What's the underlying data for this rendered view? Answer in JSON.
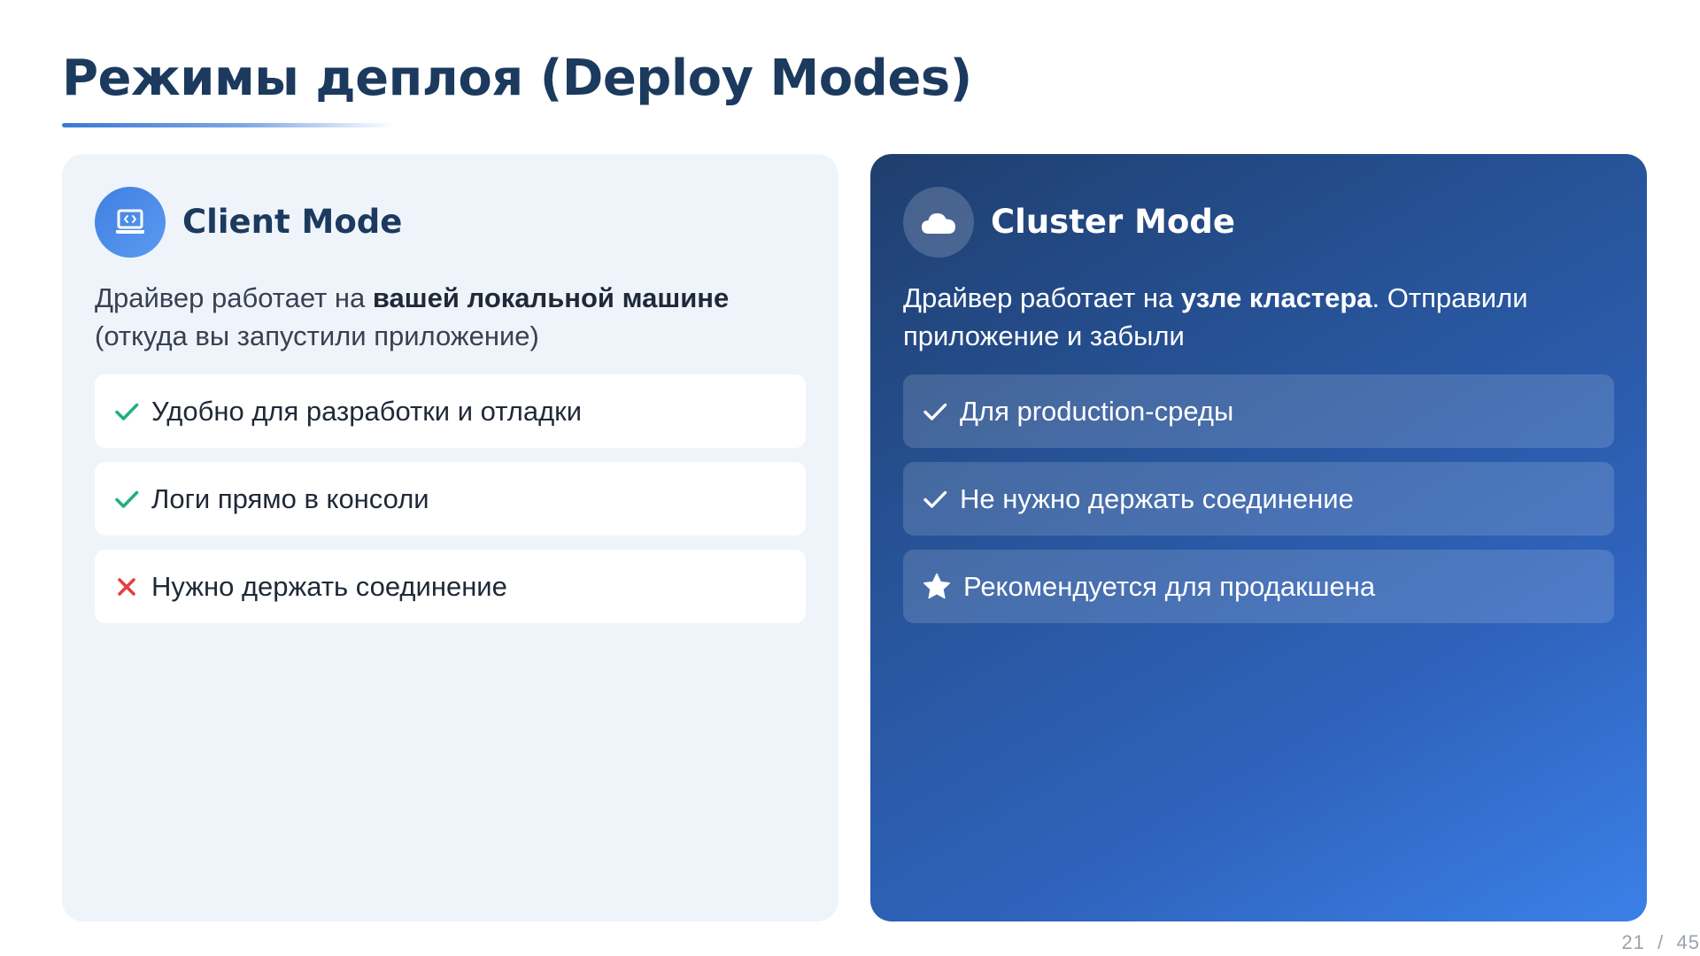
{
  "slide": {
    "title": "Режимы деплоя (Deploy Modes)",
    "page_current": "21",
    "page_separator": "/",
    "page_total": "45"
  },
  "client": {
    "title": "Client Mode",
    "icon": "laptop-code-icon",
    "desc_prefix": "Драйвер работает на ",
    "desc_bold": "вашей локальной машине",
    "desc_suffix": " (откуда вы запустили приложение)",
    "items": [
      {
        "icon": "check-icon",
        "text": "Удобно для разработки и отладки"
      },
      {
        "icon": "check-icon",
        "text": "Логи прямо в консоли"
      },
      {
        "icon": "cross-icon",
        "text": "Нужно держать соединение"
      }
    ]
  },
  "cluster": {
    "title": "Cluster Mode",
    "icon": "cloud-icon",
    "desc_prefix": "Драйвер работает на ",
    "desc_bold": "узле кластера",
    "desc_suffix": ". Отправили приложение и забыли",
    "items": [
      {
        "icon": "check-icon",
        "text": "Для production-среды"
      },
      {
        "icon": "check-icon",
        "text": "Не нужно держать соединение"
      },
      {
        "icon": "star-icon",
        "text": "Рекомендуется для продакшена"
      }
    ]
  },
  "colors": {
    "title": "#1b3a5e",
    "accent_blue": "#3f7fe0",
    "check_green": "#22b07d",
    "cross_red": "#e53e3e",
    "client_card_bg": "#eff4fb",
    "cluster_card_bg_start": "#1f3e6e",
    "cluster_card_bg_end": "#3b80e8"
  }
}
